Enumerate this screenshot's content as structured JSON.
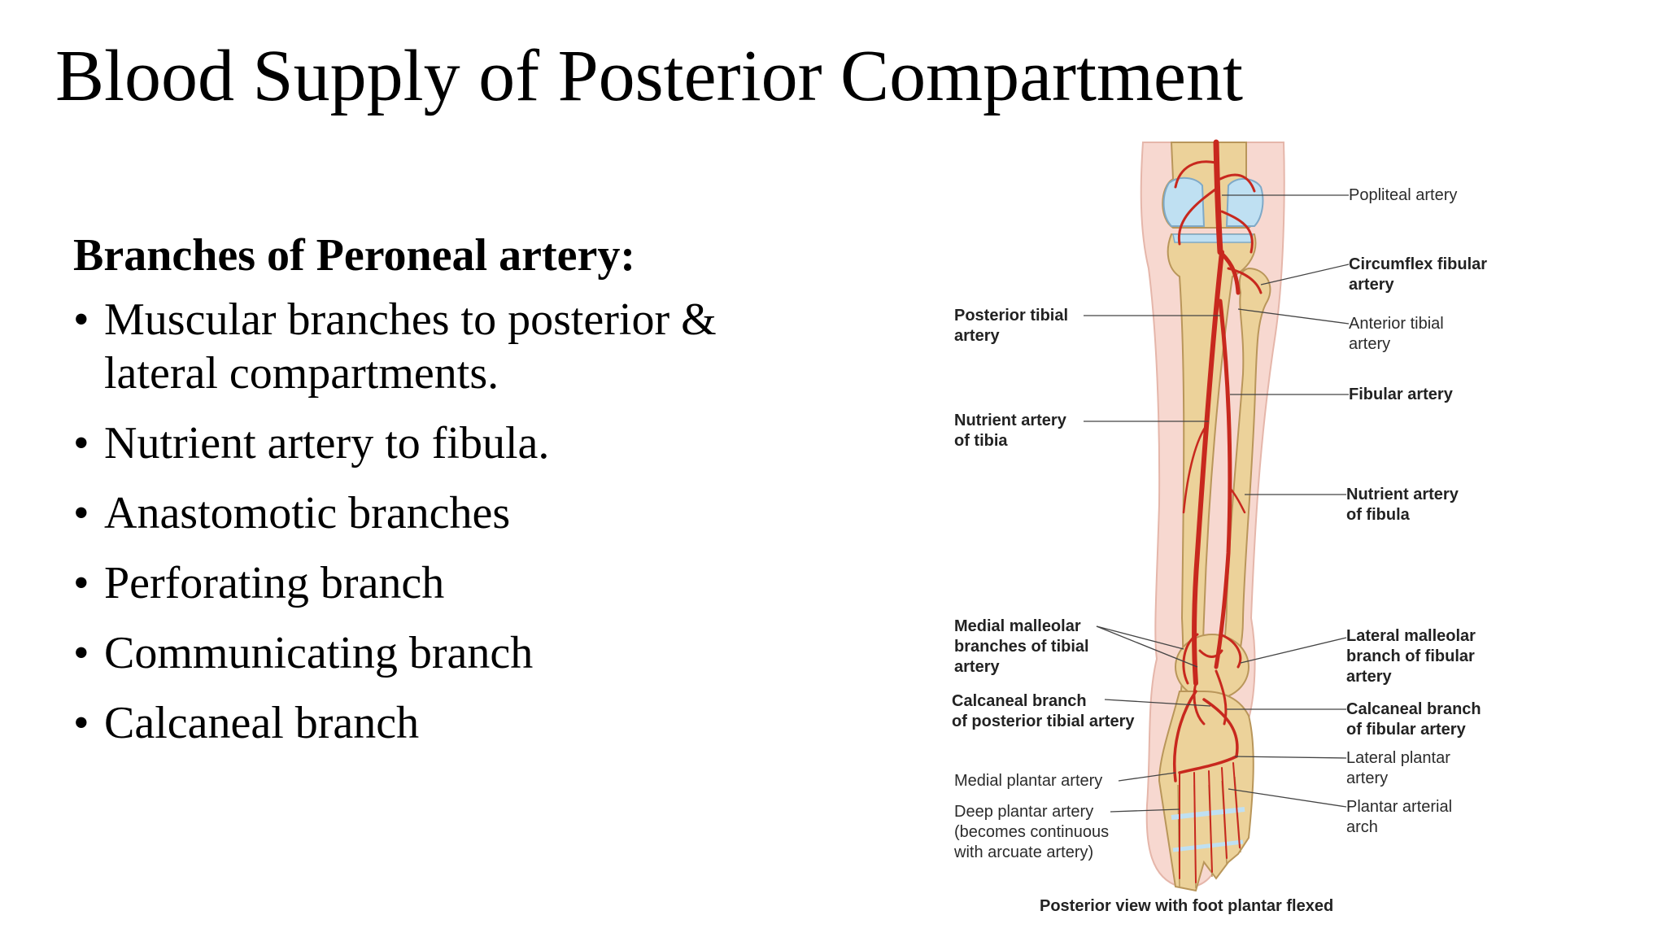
{
  "slide": {
    "title": "Blood Supply of Posterior Compartment",
    "subheading": "Branches of Peroneal artery:",
    "bullets": [
      "Muscular branches to posterior & lateral compartments.",
      "Nutrient artery to fibula.",
      "Anastomotic branches",
      "Perforating branch",
      "Communicating branch",
      "Calcaneal branch"
    ]
  },
  "figure": {
    "caption": "Posterior view with foot plantar flexed",
    "colors": {
      "artery": "#c8281e",
      "bone": "#ecd29a",
      "skin": "#f7d8d0",
      "cartilage": "#bfe0f2"
    },
    "labels": {
      "popliteal": "Popliteal artery",
      "circumflex_fibular": "Circumflex fibular\nartery",
      "anterior_tibial": "Anterior tibial\nartery",
      "fibular": "Fibular artery",
      "nutrient_fibula": "Nutrient artery\nof fibula",
      "lateral_malleolar": "Lateral malleolar\nbranch of fibular\nartery",
      "calcaneal_fibular": "Calcaneal branch\nof fibular artery",
      "lateral_plantar": "Lateral plantar\nartery",
      "plantar_arch": "Plantar arterial\narch",
      "posterior_tibial": "Posterior tibial\nartery",
      "nutrient_tibia": "Nutrient artery\nof tibia",
      "medial_malleolar": "Medial malleolar\nbranches of tibial\nartery",
      "calcaneal_tibial": "Calcaneal branch\nof posterior tibial artery",
      "medial_plantar": "Medial plantar artery",
      "deep_plantar": "Deep plantar artery\n(becomes continuous\nwith arcuate artery)"
    }
  }
}
